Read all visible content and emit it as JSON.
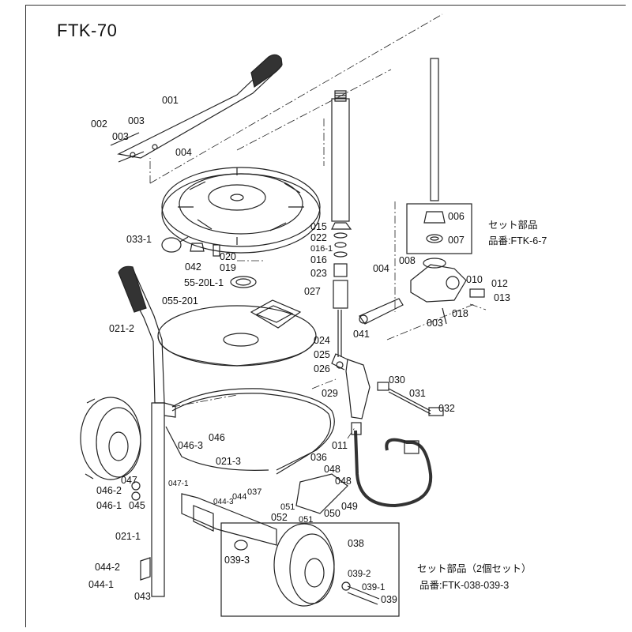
{
  "title": "FTK-70",
  "parts": {
    "p001": "001",
    "p002": "002",
    "p003a": "003",
    "p003b": "003",
    "p004a": "004",
    "p033_1": "033-1",
    "p042": "042",
    "p020": "020",
    "p019": "019",
    "p55_20L_1": "55-20L-1",
    "p055_201": "055-201",
    "p015": "015",
    "p022": "022",
    "p016_1": "016-1",
    "p016": "016",
    "p023": "023",
    "p027": "027",
    "p024": "024",
    "p025": "025",
    "p026": "026",
    "p029": "029",
    "p006": "006",
    "p007": "007",
    "p008": "008",
    "p004b": "004",
    "p010": "010",
    "p012": "012",
    "p013": "013",
    "p018": "018",
    "p003c": "003",
    "p041": "041",
    "p030": "030",
    "p031": "031",
    "p032": "032",
    "p011": "011",
    "p021_2": "021-2",
    "p046": "046",
    "p046_3": "046-3",
    "p021_3": "021-3",
    "p036": "036",
    "p048a": "048",
    "p048b": "048",
    "p047": "047",
    "p047_1": "047-1",
    "p046_2": "046-2",
    "p046_1": "046-1",
    "p045": "045",
    "p044_3": "044-3",
    "p044": "044",
    "p037": "037",
    "p051a": "051",
    "p051b": "051",
    "p052": "052",
    "p050": "050",
    "p049": "049",
    "p021_1": "021-1",
    "p038": "038",
    "p039_3": "039-3",
    "p039_2": "039-2",
    "p039_1": "039-1",
    "p039": "039",
    "p044_2": "044-2",
    "p044_1": "044-1",
    "p043": "043"
  },
  "sets": {
    "set_6_7_title": "セット部品",
    "set_6_7_code": "品番:FTK-6-7",
    "set_38_39_title": "セット部品（2個セット）",
    "set_38_39_code": "品番:FTK-038-039-3"
  }
}
